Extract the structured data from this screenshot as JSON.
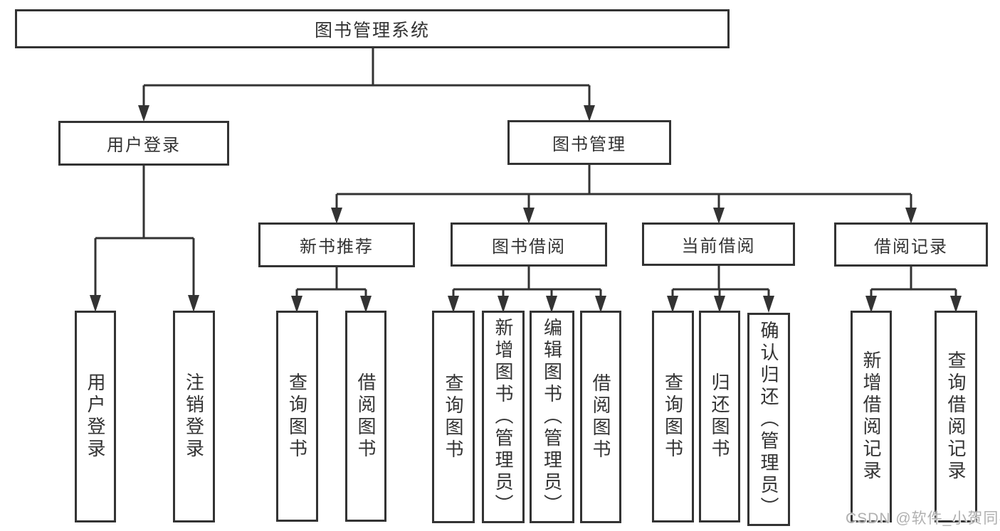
{
  "diagram": {
    "root": {
      "label": "图书管理系统"
    },
    "branches": [
      {
        "label": "用户登录",
        "children": [
          {
            "label": "用户登录"
          },
          {
            "label": "注销登录"
          }
        ]
      },
      {
        "label": "图书管理",
        "children": [
          {
            "label": "新书推荐",
            "children": [
              {
                "label": "查询图书"
              },
              {
                "label": "借阅图书"
              }
            ]
          },
          {
            "label": "图书借阅",
            "children": [
              {
                "label": "查询图书"
              },
              {
                "label": "新增图书（管理员）"
              },
              {
                "label": "编辑图书（管理员）"
              },
              {
                "label": "借阅图书"
              }
            ]
          },
          {
            "label": "当前借阅",
            "children": [
              {
                "label": "查询图书"
              },
              {
                "label": "归还图书"
              },
              {
                "label": "确认归还（管理员）"
              }
            ]
          },
          {
            "label": "借阅记录",
            "children": [
              {
                "label": "新增借阅记录"
              },
              {
                "label": "查询借阅记录"
              }
            ]
          }
        ]
      }
    ]
  },
  "colors": {
    "line": "#333333",
    "box_border": "#333333",
    "text": "#333333",
    "watermark": "#b0b0b0",
    "background": "#ffffff"
  },
  "watermark": {
    "text": "CSDN @软件_小贺同学"
  }
}
